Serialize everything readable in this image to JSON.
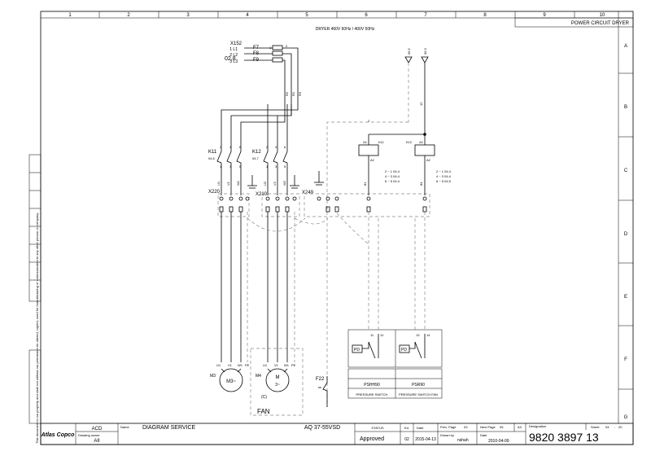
{
  "sheet_title": "POWER CIRCUIT DRYER",
  "grid": {
    "columns": [
      "1",
      "2",
      "3",
      "4",
      "5",
      "6",
      "7",
      "8",
      "9",
      "10"
    ],
    "rows": [
      "A",
      "B",
      "C",
      "D",
      "E",
      "F",
      "G"
    ]
  },
  "supply": {
    "title": "DRYER 460V 60Hz / 400V 50Hz",
    "connector": "X152",
    "ref": "02.8",
    "lines": [
      "1 L1",
      "2 L2",
      "3 L3"
    ],
    "fuses": [
      "F7",
      "F8",
      "F9"
    ],
    "fuse_pin_in": "1",
    "fuse_pin_out": "2",
    "wires": [
      "R2",
      "R1",
      "R3"
    ]
  },
  "signals": {
    "s1": "06.5",
    "s2": "06.3",
    "wire_a": "2",
    "wire_b": "12"
  },
  "contactors": {
    "k11": {
      "name": "K11",
      "ref": "04.6",
      "pins_top": [
        "2",
        "4",
        "6"
      ],
      "pins_bottom": [
        "1",
        "3",
        "5"
      ]
    },
    "k12": {
      "name": "K12",
      "ref": "04.7",
      "pins_top": [
        "2",
        "4",
        "6"
      ],
      "pins_bottom": [
        "1",
        "3",
        "5"
      ]
    }
  },
  "terminals": {
    "x220": "X220",
    "x210": "X210",
    "x249": "X249"
  },
  "wire_labels": {
    "k11_out": [
      "U1",
      "V1",
      "W1"
    ],
    "k12_out": [
      "U2",
      "V2",
      "W2"
    ]
  },
  "coils": {
    "k11": {
      "name": "K11",
      "a1": "A1",
      "a2": "A2",
      "wire": "81",
      "contacts": [
        "2 ~ 1 04.4",
        "4 ~ 3 04.4",
        "6 ~ 5 04.4"
      ]
    },
    "k12": {
      "name": "K12",
      "a1": "A1",
      "a2": "A2",
      "wire": "84",
      "contacts": [
        "2 ~ 1 04.4",
        "4 ~ 3 04.4",
        "6 ~ 5 04.5"
      ]
    }
  },
  "motors": {
    "m3": {
      "name": "M3",
      "symbol": "M3~",
      "terminals": [
        "U1",
        "V1",
        "W1",
        "PE"
      ]
    },
    "m4": {
      "name": "M4",
      "symbol": "M",
      "phase": "3~",
      "terminals": [
        "U1",
        "V1",
        "W1",
        "PE"
      ],
      "code": "(C)"
    },
    "fan_label": "FAN",
    "heater": "F22"
  },
  "switches": {
    "psh": {
      "name": "PSHH90",
      "desc": "PRESSURE SWITCH",
      "pins": [
        "11",
        "12"
      ],
      "symbol": "PD"
    },
    "psr": {
      "name": "PSR90",
      "desc": "PRESSURE SWITCH FAN",
      "pins": [
        "13",
        "14"
      ],
      "symbol": "PD"
    }
  },
  "title_block": {
    "brand": "Atlas Copco",
    "company_code": "ACD",
    "owner_label": "Drawing owner",
    "owner": "AII",
    "name_label": "Name",
    "name": "DIAGRAM SERVICE",
    "model": "AQ 37-55VSD",
    "status_label": "STATUS",
    "status": "Approved",
    "ed_label": "Ed.",
    "ed": "02",
    "date_label": "Date",
    "date": "2015-04-13",
    "prev_page_label": "Prev. Page",
    "prev_page": "03",
    "next_page_label": "Next Page",
    "next_page": "05",
    "size": "A3",
    "drawn_label": "Drawn by",
    "drawn": "nshah",
    "date2_label": "Date",
    "date2": "2010-04-09",
    "designation_label": "Designation",
    "designation": "9820 3897 13",
    "sheet_label": "Sheet",
    "sheet": "04",
    "sheet_of": "20"
  },
  "legal_note": "This document is our property and shall not without our permission be altered, copied, used for manufacturing or communicated to any other person or company."
}
